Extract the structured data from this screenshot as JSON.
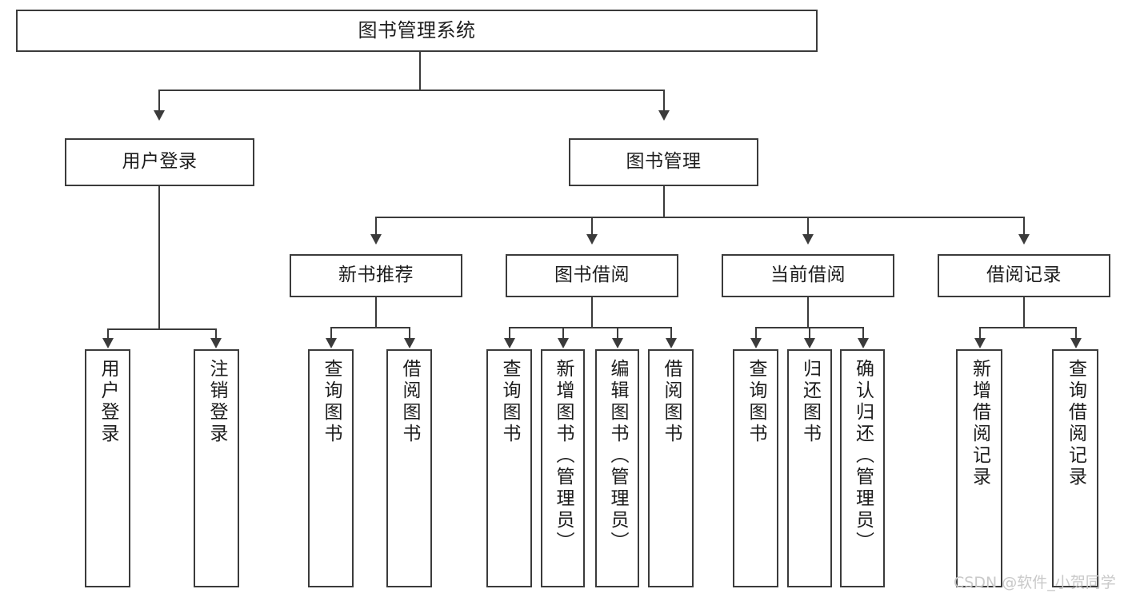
{
  "diagram": {
    "type": "tree-hierarchy",
    "title": "图书管理系统",
    "watermark": "CSDN @软件_小贺同学",
    "colors": {
      "stroke": "#3b3b3b",
      "fill": "#ffffff",
      "text": "#1d1d1d",
      "watermark": "#c9c9c9"
    },
    "nodes": {
      "root": {
        "label": "图书管理系统"
      },
      "level2": [
        {
          "id": "user-login",
          "label": "用户登录"
        },
        {
          "id": "book-manage",
          "label": "图书管理"
        }
      ],
      "level3": [
        {
          "id": "new-book-rec",
          "label": "新书推荐"
        },
        {
          "id": "book-borrow",
          "label": "图书借阅"
        },
        {
          "id": "current-borrow",
          "label": "当前借阅"
        },
        {
          "id": "borrow-record",
          "label": "借阅记录"
        }
      ],
      "leaves": {
        "user_login": [
          {
            "id": "leaf-user-login",
            "label": "用户登录"
          },
          {
            "id": "leaf-user-logout",
            "label": "注销登录"
          }
        ],
        "new_book_rec": [
          {
            "id": "leaf-query-book-1",
            "label": "查询图书"
          },
          {
            "id": "leaf-borrow-book-1",
            "label": "借阅图书"
          }
        ],
        "book_borrow": [
          {
            "id": "leaf-query-book-2",
            "label": "查询图书"
          },
          {
            "id": "leaf-add-book",
            "label": "新增图书（管理员）"
          },
          {
            "id": "leaf-edit-book",
            "label": "编辑图书（管理员）"
          },
          {
            "id": "leaf-borrow-book-2",
            "label": "借阅图书"
          }
        ],
        "current_borrow": [
          {
            "id": "leaf-query-book-3",
            "label": "查询图书"
          },
          {
            "id": "leaf-return-book",
            "label": "归还图书"
          },
          {
            "id": "leaf-confirm-return",
            "label": "确认归还（管理员）"
          }
        ],
        "borrow_record": [
          {
            "id": "leaf-add-record",
            "label": "新增借阅记录"
          },
          {
            "id": "leaf-query-record",
            "label": "查询借阅记录"
          }
        ]
      }
    }
  }
}
